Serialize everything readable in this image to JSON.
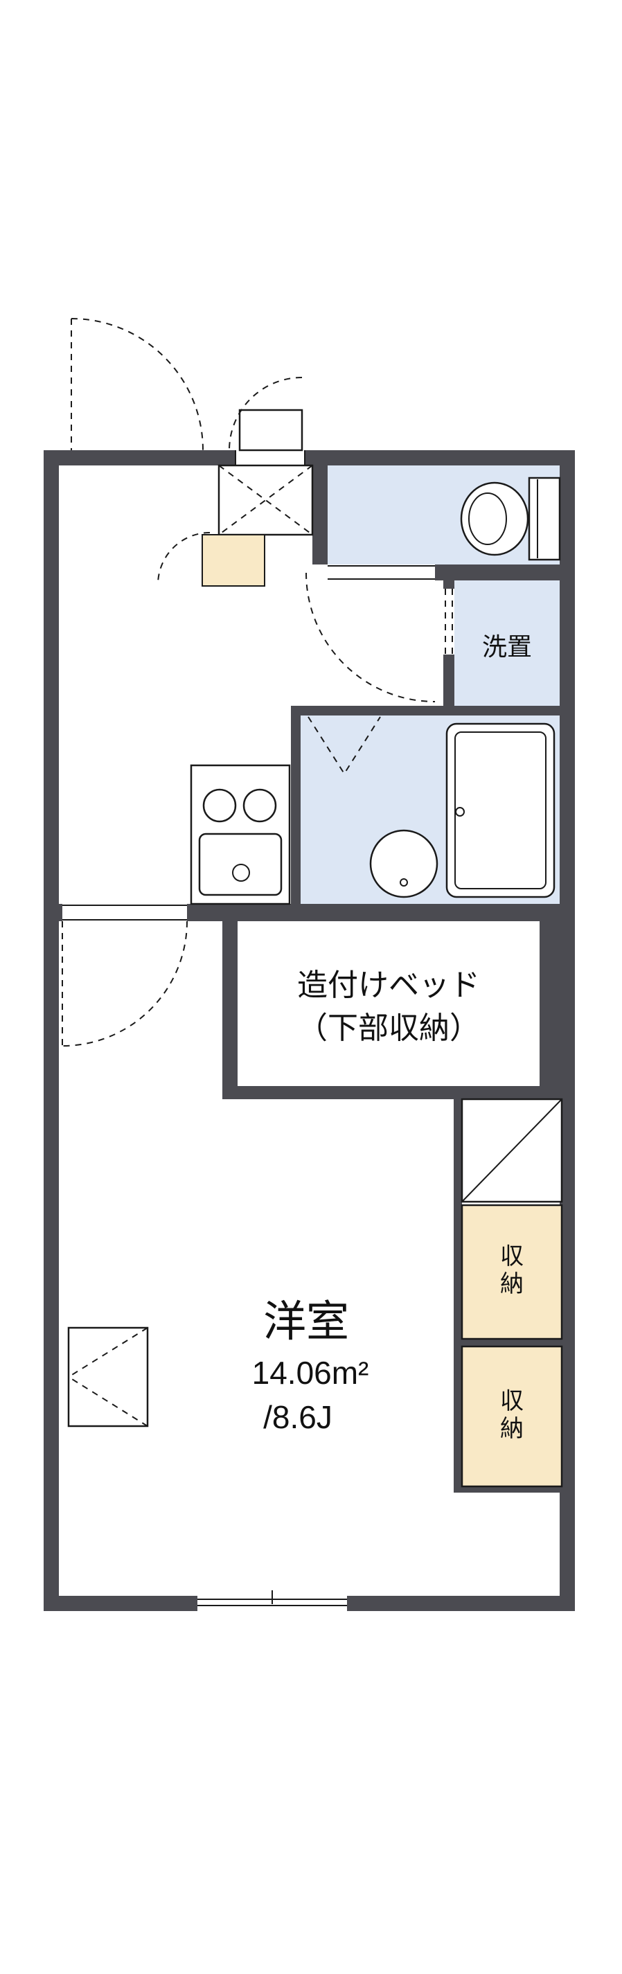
{
  "colors": {
    "wall": "#4b4b51",
    "blue": "#dce6f4",
    "cream": "#f9e9c6",
    "line": "#1a1a1a"
  },
  "floorplan": {
    "labels": {
      "laundry": "洗置",
      "bed_line1": "造付けベッド",
      "bed_line2": "（下部収納）",
      "room": "洋室",
      "room_area": "14.06m²",
      "room_size": "/8.6J",
      "closet_upper": "収納",
      "closet_lower": "収納"
    }
  }
}
